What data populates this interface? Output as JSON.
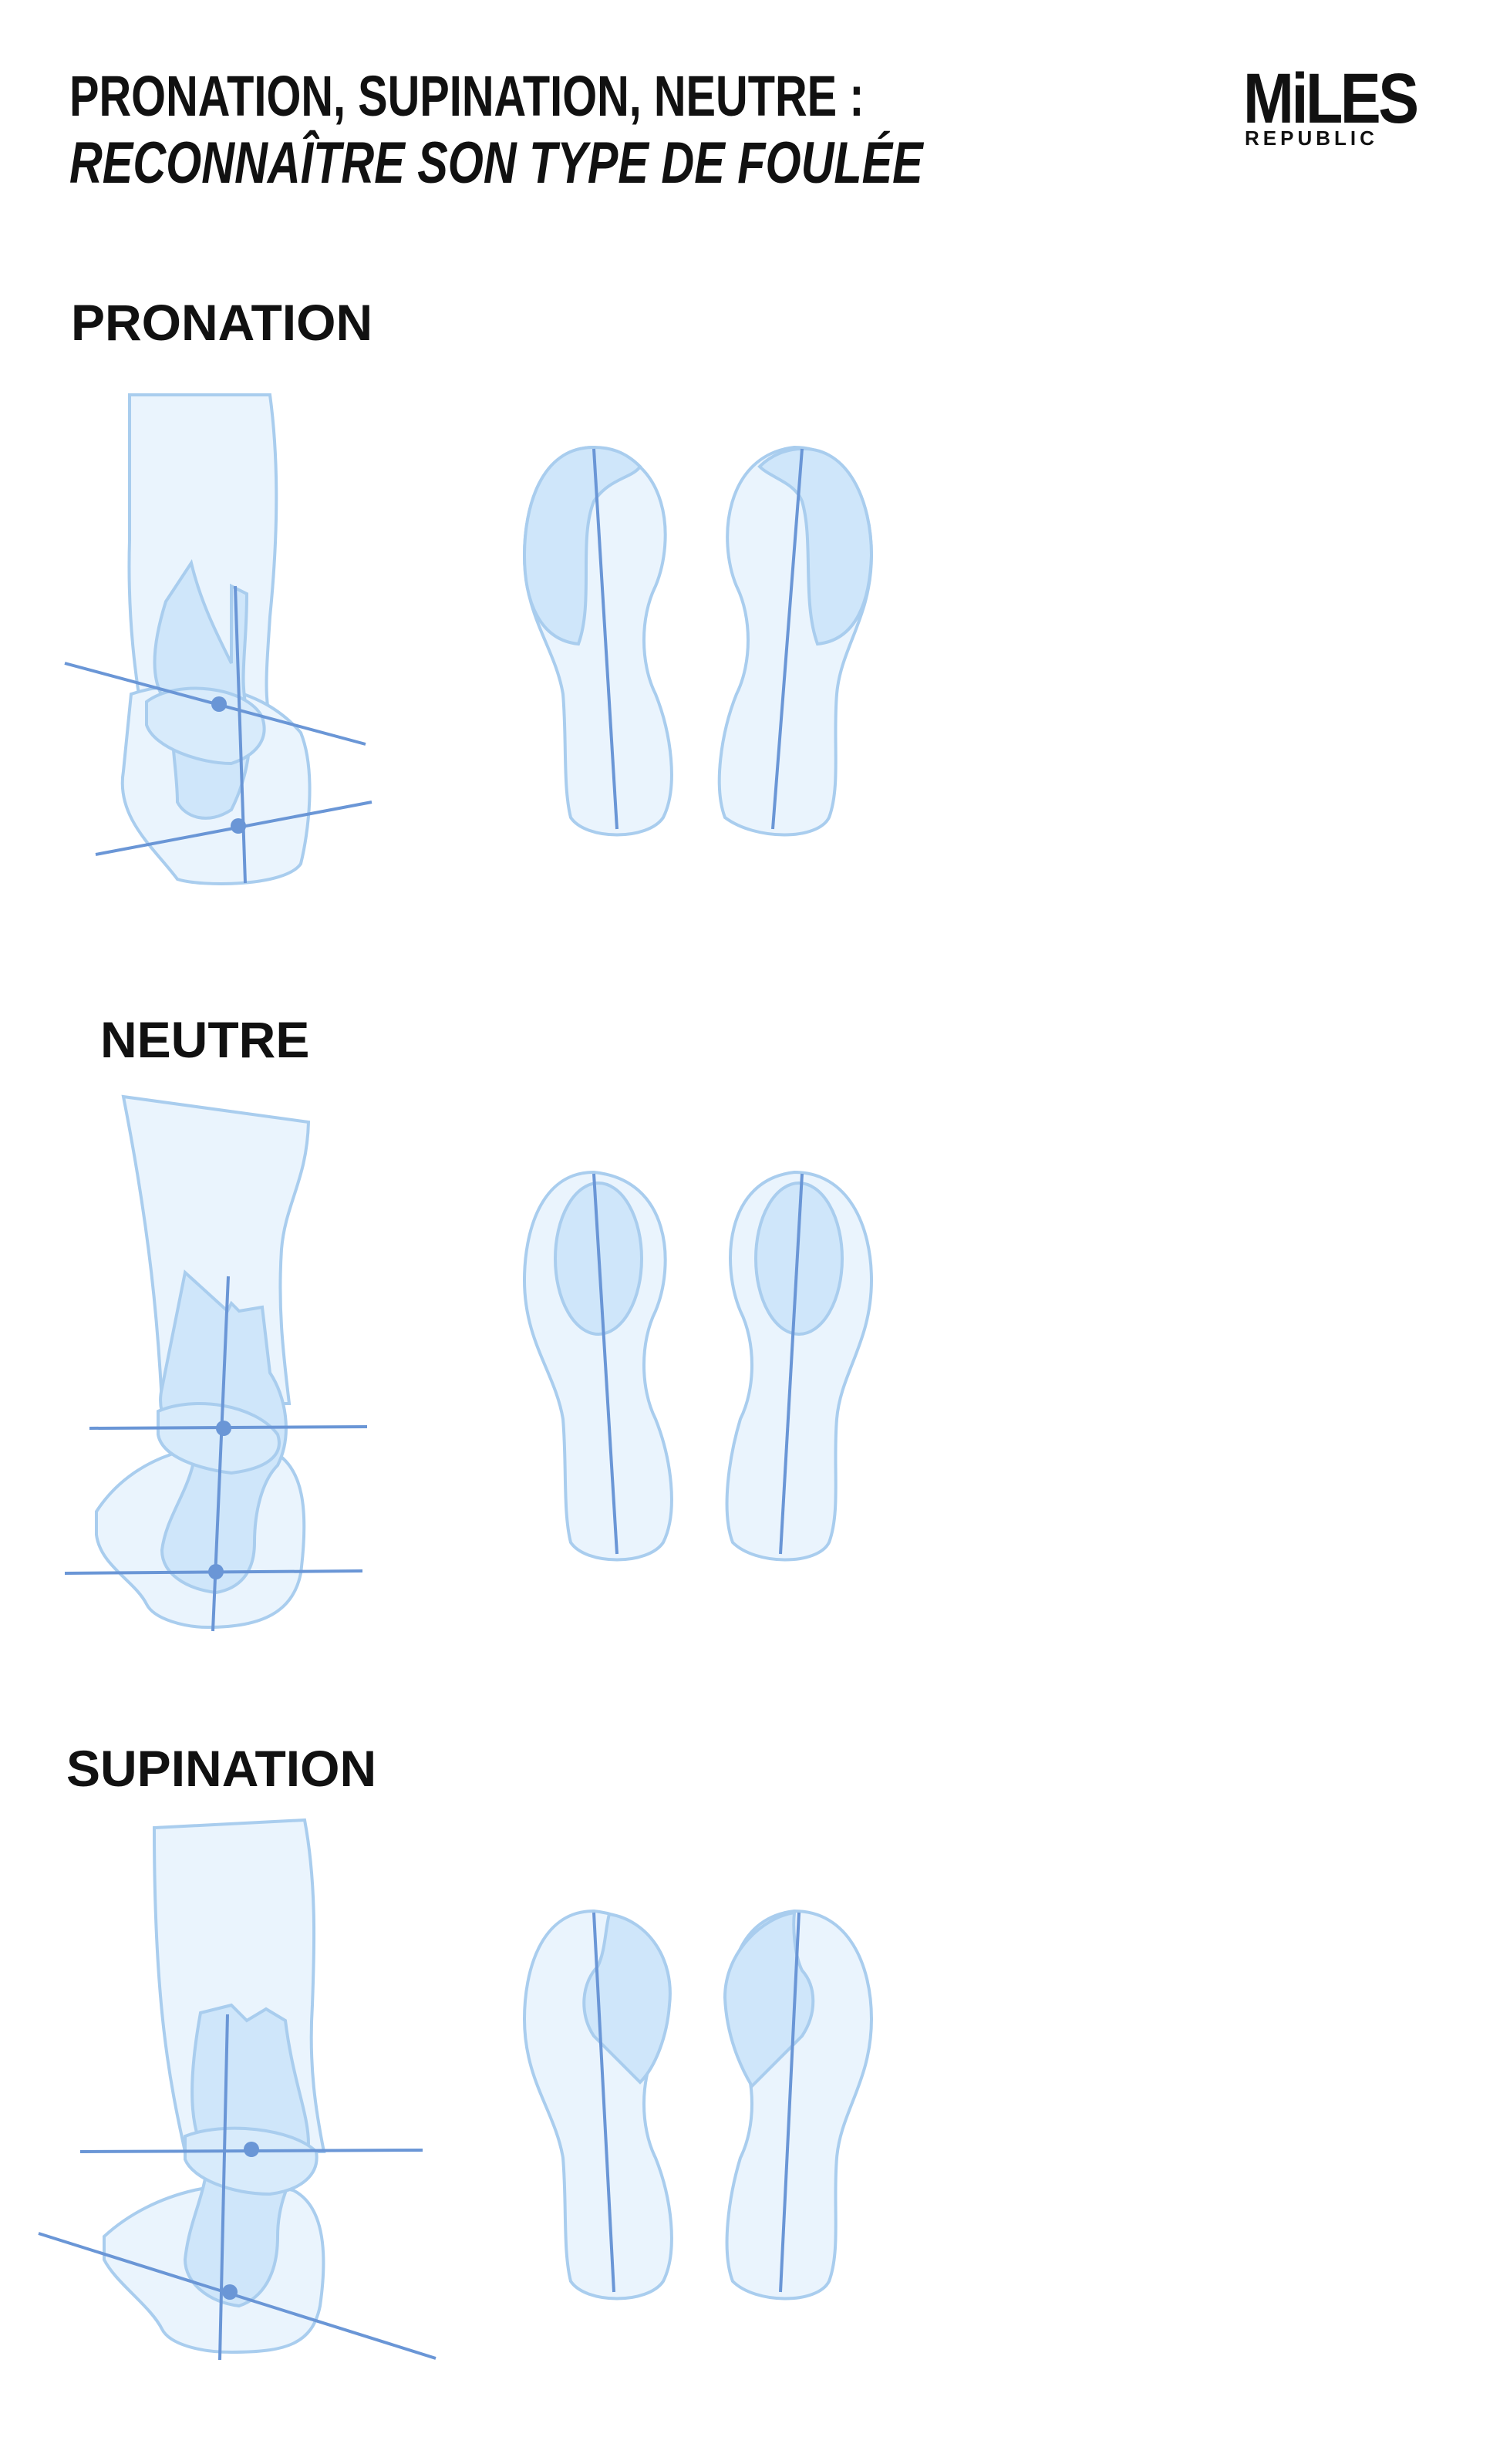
{
  "header": {
    "title_line1": "PRONATION, SUPINATION, NEUTRE :",
    "title_line2": "RECONNAÎTRE SON TYPE DE FOULÉE"
  },
  "logo": {
    "main": "MiLES",
    "sub": "REPUBLIC"
  },
  "sections": [
    {
      "label": "PRONATION"
    },
    {
      "label": "NEUTRE"
    },
    {
      "label": "SUPINATION"
    }
  ],
  "colors": {
    "line": "#6a96d6",
    "fill_light": "#eaf4fd",
    "fill_mid": "#cfe6fa",
    "outline": "#a9cdee"
  }
}
